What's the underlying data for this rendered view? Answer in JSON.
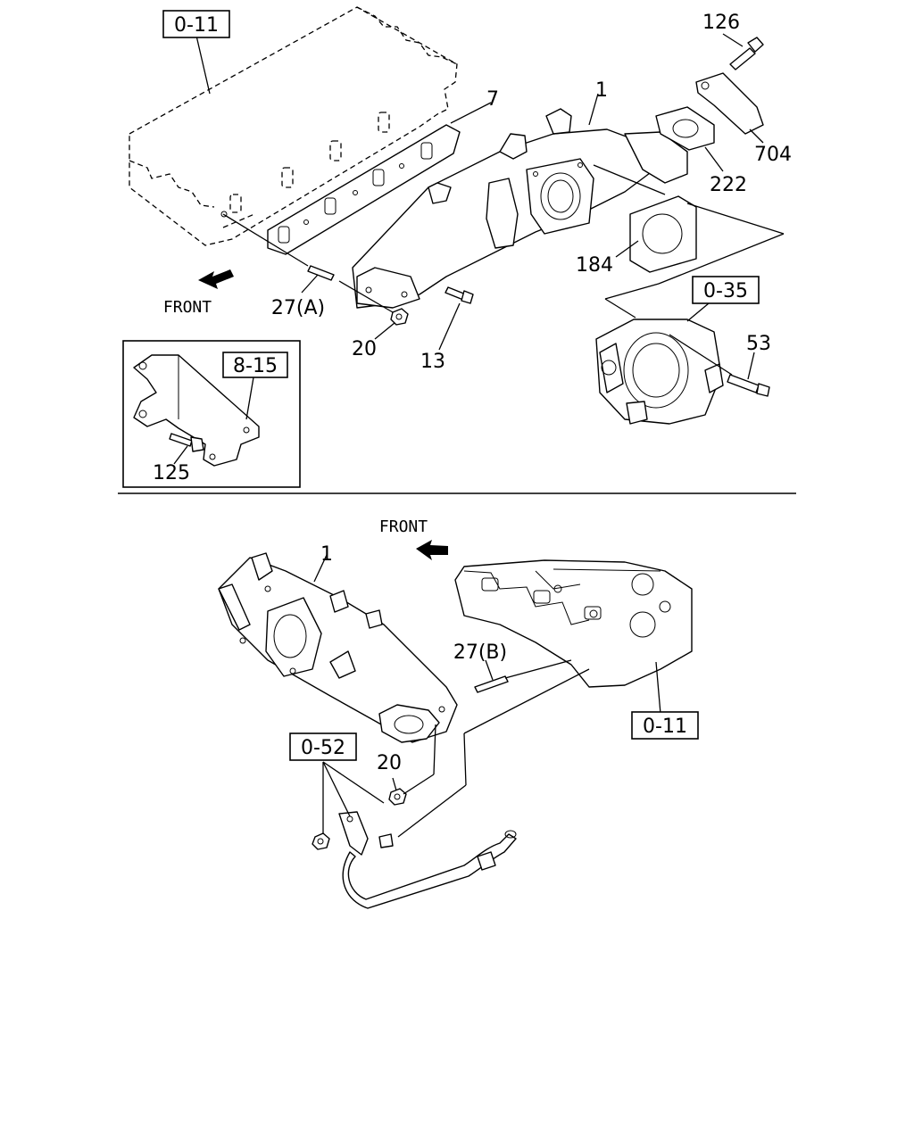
{
  "top": {
    "refs": {
      "r011": "0-11",
      "r035": "0-35",
      "r815": "8-15"
    },
    "callouts": {
      "c126": "126",
      "c7": "7",
      "c1": "1",
      "c704": "704",
      "c222": "222",
      "c184": "184",
      "c53": "53",
      "c27a": "27(A)",
      "c20": "20",
      "c13": "13",
      "c125": "125"
    },
    "front_label": "FRONT"
  },
  "bottom": {
    "refs": {
      "r011": "0-11",
      "r052": "0-52"
    },
    "callouts": {
      "c1": "1",
      "c27b": "27(B)",
      "c20": "20"
    },
    "front_label": "FRONT"
  }
}
